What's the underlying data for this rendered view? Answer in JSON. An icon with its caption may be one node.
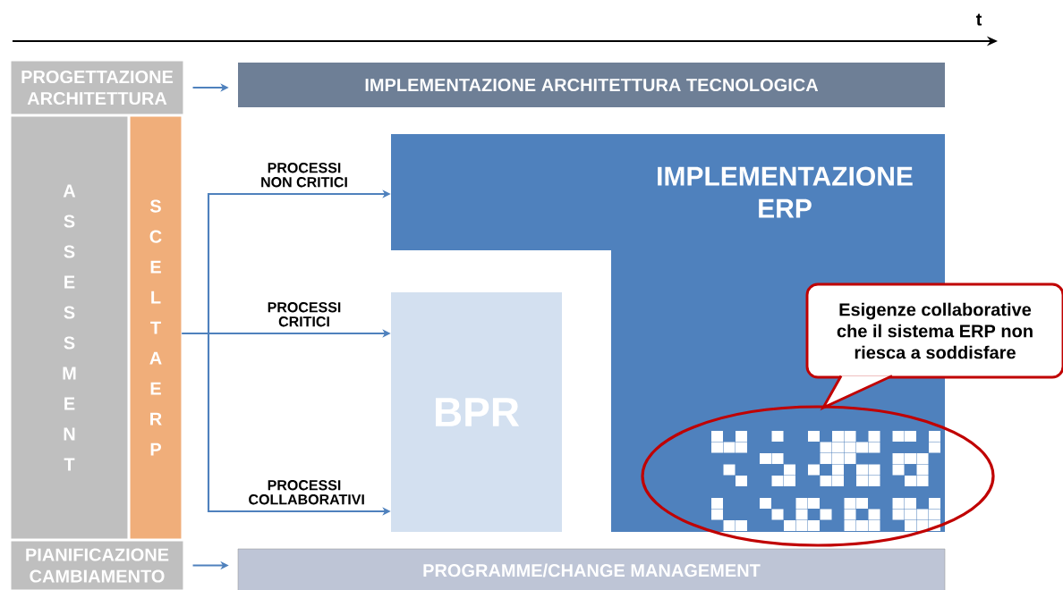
{
  "diagram": {
    "nodes": [
      {
        "text": [
          "PROGETTAZIONE ARCHITETTURA"
        ]
      },
      {
        "text": [
          "IMPLEMENTAZIONE ARCHITETTURA TECNOLOGICA"
        ]
      },
      {
        "text": [
          "A S S E S S M E N T"
        ]
      },
      {
        "text": [
          "S C E L T A E R P"
        ]
      },
      {
        "text": [
          "IMPLEMENTAZIONE ERP"
        ]
      },
      {
        "text": [
          "BPR"
        ]
      },
      {
        "text": [
          "Esigenze collaborative che il sistema ERP non riesca a soddisfare"
        ]
      },
      {
        "text": [],
        "shape": "ellipse"
      },
      {
        "text": [
          "PIANIFICAZIONE CAMBIAMENTO"
        ]
      },
      {
        "text": [
          "PROGRAMME/CHANGE MANAGEMENT"
        ]
      }
    ],
    "edges": [
      {
        "from": 0,
        "to": 1,
        "arrow": "to"
      },
      {
        "from": 3,
        "to": 4,
        "arrow": "to",
        "label": "PROCESSI NON CRITICI"
      },
      {
        "from": 3,
        "to": 5,
        "arrow": "to",
        "label": "PROCESSI CRITICI"
      },
      {
        "from": 3,
        "to": 5,
        "arrow": "to",
        "label": "PROCESSI COLLABORATIVI"
      },
      {
        "from": 8,
        "to": 9,
        "arrow": "to"
      }
    ],
    "labels": [
      "t"
    ]
  }
}
